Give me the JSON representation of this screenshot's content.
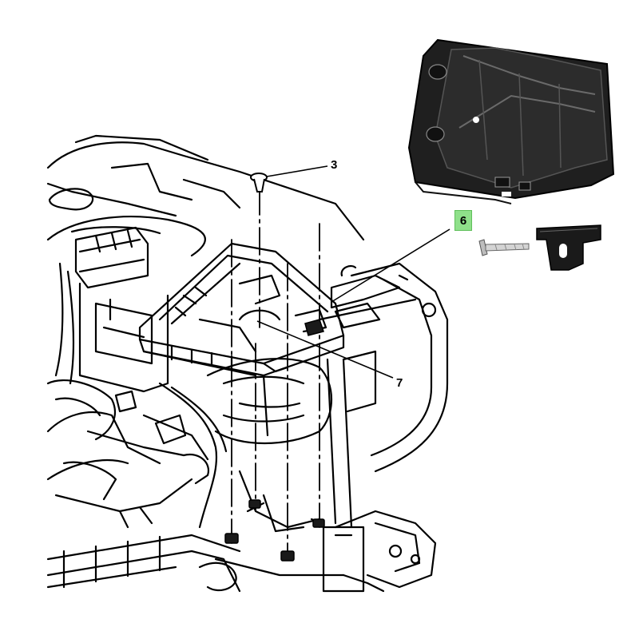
{
  "callouts": {
    "c3": "3",
    "c6": "6",
    "c7": "7"
  },
  "colors": {
    "highlight": "#8fe08a",
    "line": "#000000",
    "part_fill": "#1a1a1a"
  },
  "parts": {
    "tray": "battery-tray",
    "bolt": "bolt",
    "bracket": "retainer-bracket",
    "fastener": "fastener"
  }
}
